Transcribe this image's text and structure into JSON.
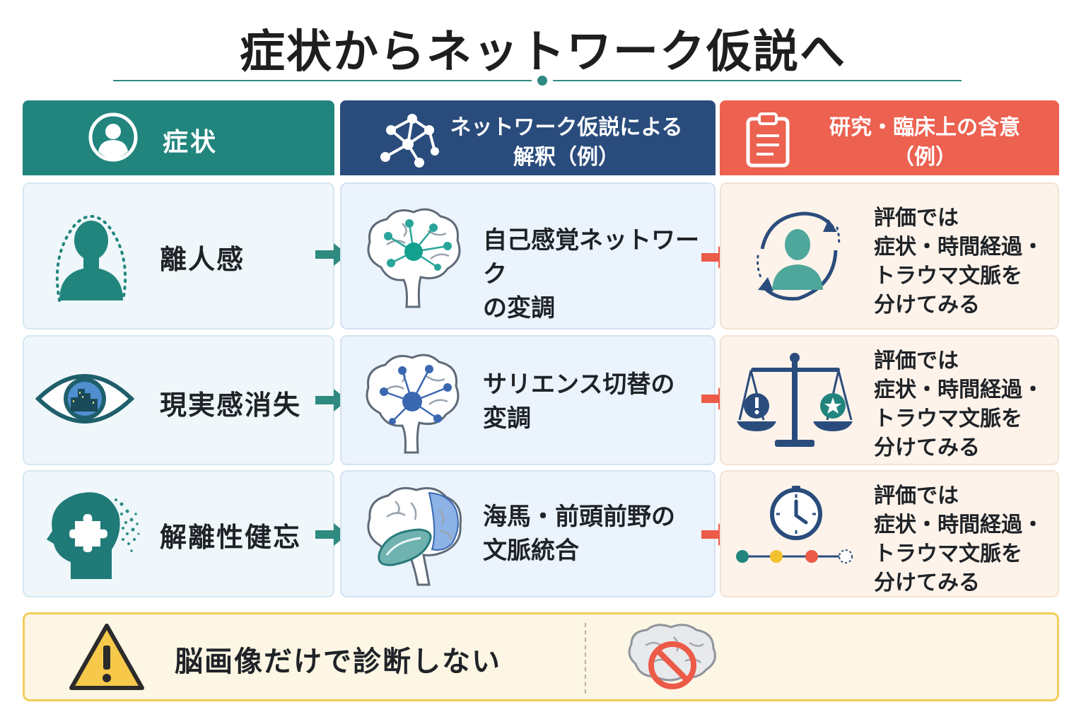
{
  "title": "症状からネットワーク仮説へ",
  "headers": {
    "symptom": "症状",
    "interpretation_line1": "ネットワーク仮説による",
    "interpretation_line2": "解釈（例）",
    "implication_line1": "研究・臨床上の含意",
    "implication_line2": "（例）"
  },
  "rows": [
    {
      "symptom": "離人感",
      "interpretation_line1": "自己感覚ネットワーク",
      "interpretation_line2": "の変調",
      "implication_lines": [
        "評価では",
        "症状・時間経過・",
        "トラウマ文脈を",
        "分けてみる"
      ],
      "icons": [
        "person-silhouette-icon",
        "brain-network-icon",
        "cycle-person-icon"
      ]
    },
    {
      "symptom": "現実感消失",
      "interpretation_line1": "サリエンス切替の",
      "interpretation_line2": "変調",
      "implication_lines": [
        "評価では",
        "症状・時間経過・",
        "トラウマ文脈を",
        "分けてみる"
      ],
      "icons": [
        "eye-city-icon",
        "brain-network-icon",
        "balance-scale-icon"
      ]
    },
    {
      "symptom": "解離性健忘",
      "interpretation_line1": "海馬・前頭前野の",
      "interpretation_line2": "文脈統合",
      "implication_lines": [
        "評価では",
        "症状・時間経過・",
        "トラウマ文脈を",
        "分けてみる"
      ],
      "icons": [
        "head-puzzle-icon",
        "brain-hippocampus-icon",
        "clock-timeline-icon"
      ]
    }
  ],
  "warning": {
    "text": "脳画像だけで診断しない",
    "icons": [
      "warning-triangle-icon",
      "brain-prohibited-icon"
    ]
  },
  "colors": {
    "teal": "#21857d",
    "navy": "#2a4c7c",
    "coral": "#ec6150",
    "warning_yellow": "#f3cd5a"
  }
}
